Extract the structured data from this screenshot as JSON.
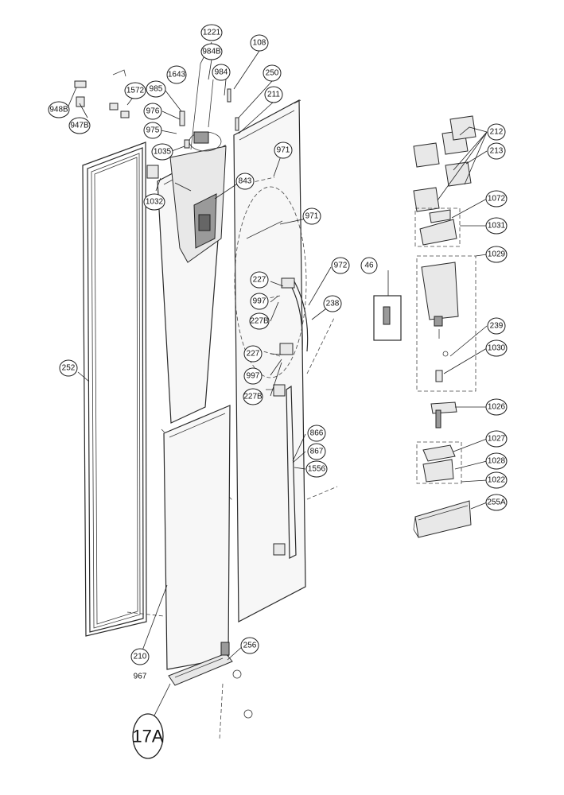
{
  "callouts": {
    "c1221": "1221",
    "c984b": "984B",
    "c108": "108",
    "c985": "985",
    "c1643": "1643",
    "c984": "984",
    "c250": "250",
    "c1572": "1572",
    "c976": "976",
    "c211": "211",
    "c948b": "948B",
    "c947b": "947B",
    "c975": "975",
    "c1035": "1035",
    "c971a": "971",
    "c843": "843",
    "c1032": "1032",
    "c971b": "971",
    "c972": "972",
    "c46": "46",
    "c227a": "227",
    "c997a": "997",
    "c227ba": "227B",
    "c238": "238",
    "c227b": "227",
    "c997b": "997",
    "c227bb": "227B",
    "c252": "252",
    "c866": "866",
    "c867": "867",
    "c1556": "1556",
    "c210": "210",
    "c256": "256",
    "c17a": "17A",
    "c212": "212",
    "c213": "213",
    "c1072": "1072",
    "c1031": "1031",
    "c1029": "1029",
    "c239": "239",
    "c1030": "1030",
    "c1026": "1026",
    "c1027": "1027",
    "c1028": "1028",
    "c1022": "1022",
    "c255a": "255A"
  },
  "labels": {
    "l967": "967"
  }
}
